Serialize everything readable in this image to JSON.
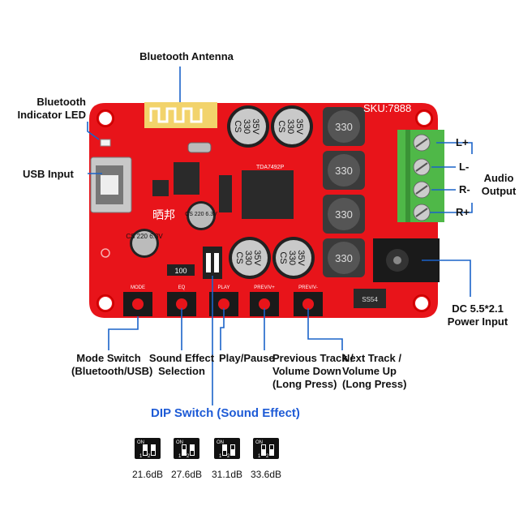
{
  "board": {
    "sku": "SKU:7888",
    "chip": "TDA7492P",
    "cap_large": [
      "CS",
      "330",
      "35V"
    ],
    "cap_small": [
      "CS",
      "220",
      "6.3V"
    ],
    "inductor": "330",
    "resistor": "100",
    "diode": "SS54",
    "brand": "晒邦",
    "button_labels": [
      "MODE",
      "EQ",
      "PLAY",
      "PREV/V+",
      "PREV/V-"
    ],
    "terminal_marks": [
      "L+",
      "L-",
      "R-",
      "R+"
    ]
  },
  "labels": {
    "antenna": "Bluetooth Antenna",
    "bt_led": [
      "Bluetooth",
      "Indicator LED"
    ],
    "usb": "USB Input",
    "audio_output": [
      "Audio",
      "Output"
    ],
    "lplus": "L+",
    "lminus": "L-",
    "rminus": "R-",
    "rplus": "R+",
    "dc": [
      "DC 5.5*2.1",
      "Power Input"
    ],
    "mode": [
      "Mode Switch",
      "(Bluetooth/USB)"
    ],
    "eq": [
      "Sound Effect",
      "Selection"
    ],
    "play": "Play/Pause",
    "prev": [
      "Previous Track /",
      "Volume Down",
      "(Long Press)"
    ],
    "next": [
      "Next Track /",
      "Volume Up",
      "(Long Press)"
    ],
    "dip_title": "DIP Switch (Sound Effect)"
  },
  "dip_settings": [
    {
      "gain": "21.6dB",
      "sw1": "down",
      "sw2": "down"
    },
    {
      "gain": "27.6dB",
      "sw1": "up",
      "sw2": "down"
    },
    {
      "gain": "31.1dB",
      "sw1": "down",
      "sw2": "up"
    },
    {
      "gain": "33.6dB",
      "sw1": "up",
      "sw2": "up"
    }
  ],
  "dip_box_text": {
    "on": "ON",
    "one": "1",
    "two": "2"
  },
  "colors": {
    "pcb": "#e8141a",
    "terminal": "#4fb848",
    "leader": "#1a63c9",
    "dip_title": "#1e5bd6"
  }
}
